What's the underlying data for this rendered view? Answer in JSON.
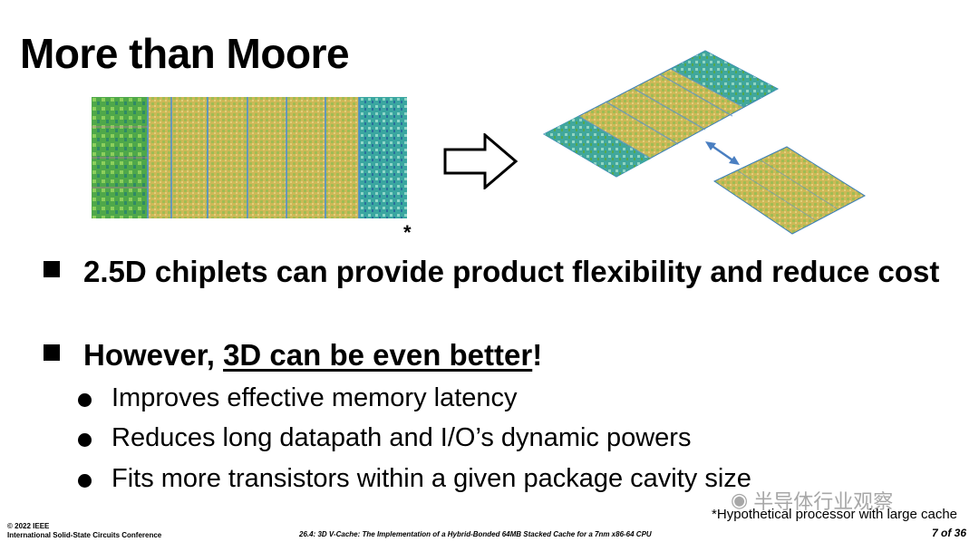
{
  "slide": {
    "title": "More than Moore",
    "asterisk": "*",
    "bullets": [
      {
        "text": "2.5D chiplets can provide product flexibility and reduce cost"
      },
      {
        "pre": "However, ",
        "underlined": "3D can be even better",
        "post": "!"
      }
    ],
    "sub_bullets": [
      "Improves effective memory latency",
      "Reduces long datapath and I/O’s dynamic powers",
      "Fits more transistors within a given package cavity size"
    ],
    "footnote": "*Hypothetical processor with large cache",
    "watermark": "半导体行业观察"
  },
  "footer": {
    "copyright": "© 2022 IEEE",
    "conference": "International Solid-State Circuits Conference",
    "paper": "26.4:  3D V-Cache: The Implementation of a Hybrid-Bonded 64MB Stacked Cache for a 7nm x86-64 CPU",
    "page": "7 of 36"
  },
  "colors": {
    "die_green": "#7fbf3a",
    "die_gold": "#c8b04a",
    "die_teal": "#3aa6a0",
    "arrow_blue": "#4a7fc1"
  },
  "images": {
    "left": "chip-die-photo",
    "right": "stacked-die-illustration"
  }
}
